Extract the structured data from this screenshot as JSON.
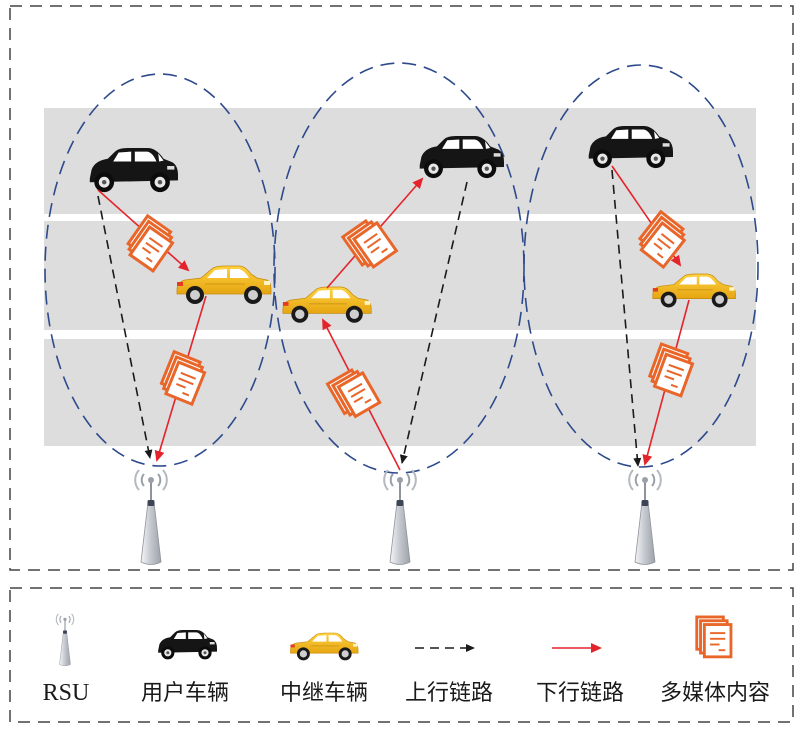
{
  "legend": {
    "rsu": "RSU",
    "user_vehicle": "用户车辆",
    "relay_vehicle": "中继车辆",
    "uplink": "上行链路",
    "downlink": "下行链路",
    "multimedia_content": "多媒体内容"
  },
  "colors": {
    "road": "#dddddd",
    "lane_divider": "#ffffff",
    "coverage": "#2d4a8c",
    "uplink": "#1a1a1a",
    "downlink": "#e5232b",
    "content_icon": "#e8662a",
    "relay_vehicle": "#f2b61d",
    "user_vehicle": "#111111",
    "rsu": "#c8ccd2"
  },
  "icons": [
    "rsu-tower-icon",
    "black-car-icon",
    "yellow-car-icon",
    "multimedia-document-icon"
  ]
}
